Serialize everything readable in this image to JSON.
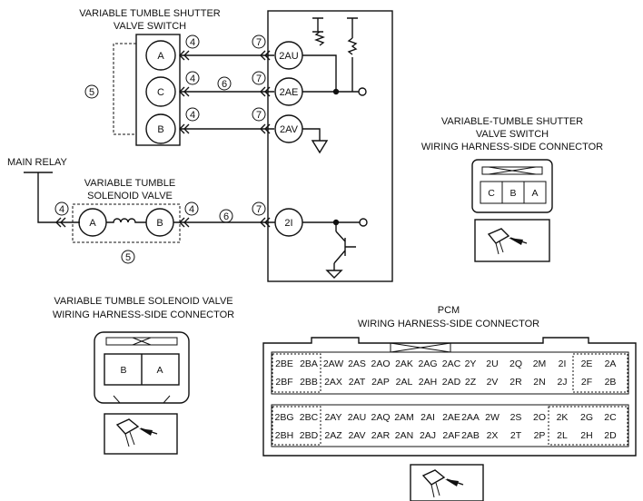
{
  "switch_title": [
    "VARIABLE TUMBLE SHUTTER",
    "VALVE SWITCH"
  ],
  "switch_pins": [
    "A",
    "C",
    "B"
  ],
  "wire_num_4": "4",
  "wire_num_5": "5",
  "wire_num_6": "6",
  "wire_num_7": "7",
  "pcm_pins_top": [
    "2AU",
    "2AE",
    "2AV"
  ],
  "main_relay": "MAIN RELAY",
  "solenoid_title": [
    "VARIABLE TUMBLE",
    "SOLENOID VALVE"
  ],
  "solenoid_pins": [
    "A",
    "B"
  ],
  "pcm_pin_2i": "2I",
  "switch_conn_title": [
    "VARIABLE-TUMBLE SHUTTER",
    "VALVE SWITCH",
    "WIRING HARNESS-SIDE CONNECTOR"
  ],
  "switch_conn_cells": [
    "C",
    "B",
    "A"
  ],
  "solenoid_conn_title": [
    "VARIABLE TUMBLE SOLENOID VALVE",
    "WIRING HARNESS-SIDE CONNECTOR"
  ],
  "solenoid_conn_cells": [
    "B",
    "A"
  ],
  "pcm_conn_title": [
    "PCM",
    "WIRING HARNESS-SIDE CONNECTOR"
  ],
  "pcm_rows": [
    [
      "2BE",
      "2BA",
      "2AW",
      "2AS",
      "2AO",
      "2AK",
      "2AG",
      "2AC",
      "2Y",
      "2U",
      "2Q",
      "2M",
      "2I",
      "2E",
      "2A"
    ],
    [
      "2BF",
      "2BB",
      "2AX",
      "2AT",
      "2AP",
      "2AL",
      "2AH",
      "2AD",
      "2Z",
      "2V",
      "2R",
      "2N",
      "2J",
      "2F",
      "2B"
    ],
    [
      "2BG",
      "2BC",
      "2AY",
      "2AU",
      "2AQ",
      "2AM",
      "2AI",
      "2AE",
      "2AA",
      "2W",
      "2S",
      "2O",
      "2K",
      "2G",
      "2C"
    ],
    [
      "2BH",
      "2BD",
      "2AZ",
      "2AV",
      "2AR",
      "2AN",
      "2AJ",
      "2AF",
      "2AB",
      "2X",
      "2T",
      "2P",
      "2L",
      "2H",
      "2D"
    ]
  ]
}
